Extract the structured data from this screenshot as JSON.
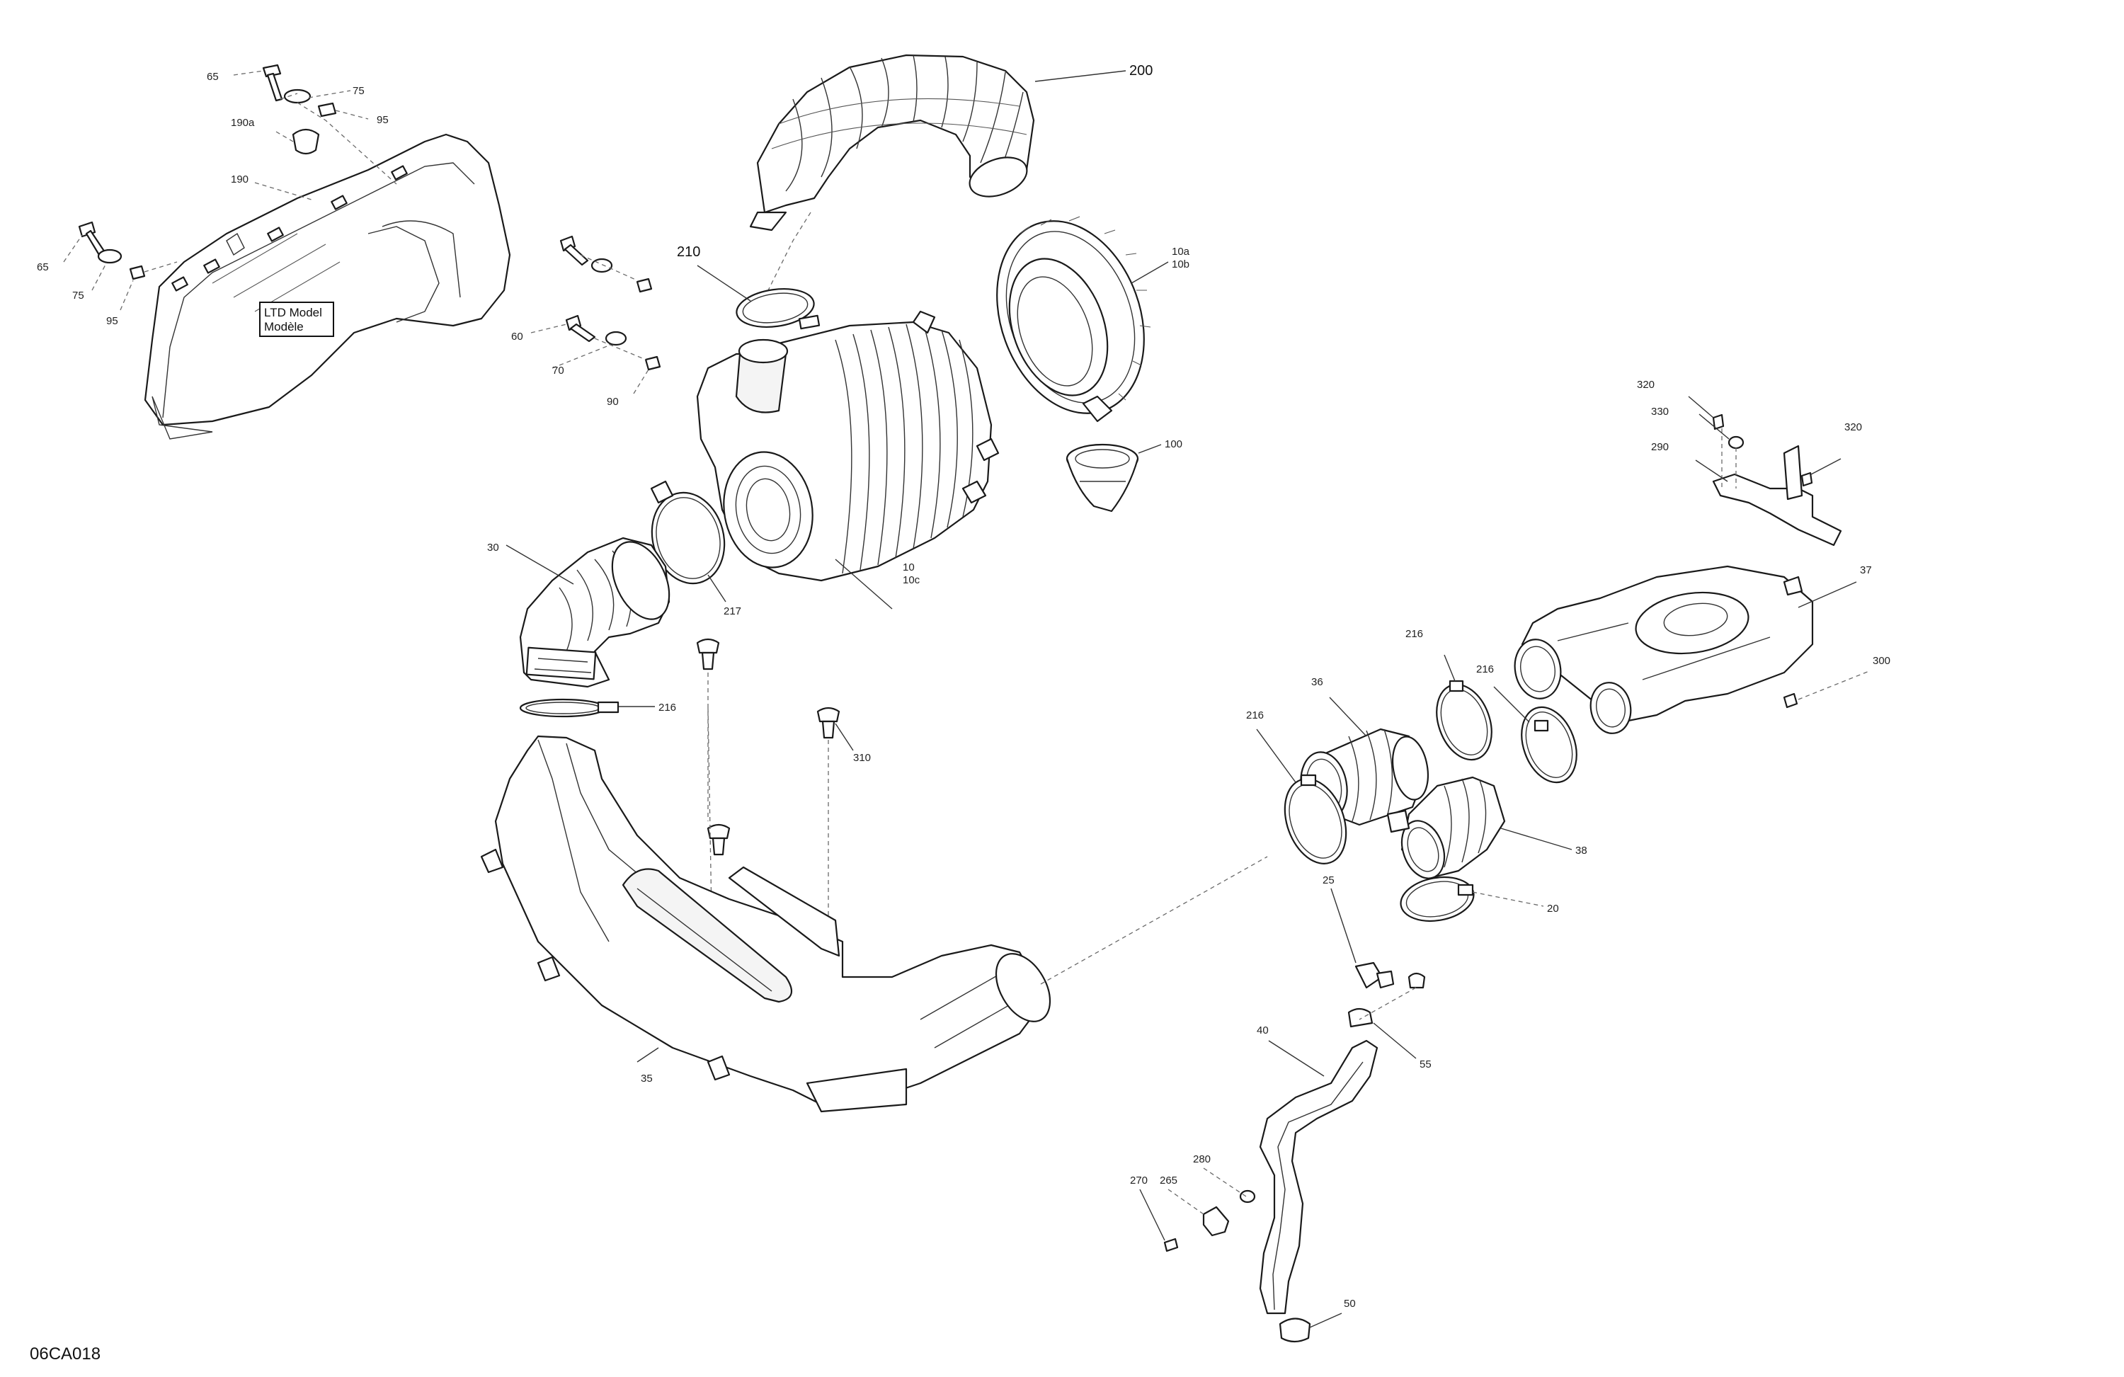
{
  "drawing": {
    "reference_code": "06CA018",
    "note_box": {
      "line1": "LTD Model",
      "line2": "Modèle"
    }
  },
  "callouts": {
    "c65a": "65",
    "c75a": "75",
    "c95a": "95",
    "c190a": "190a",
    "c190": "190",
    "c65b": "65",
    "c75b": "75",
    "c95b": "95",
    "c60": "60",
    "c70": "70",
    "c90": "90",
    "c210": "210",
    "c200": "200",
    "c10a": "10a",
    "c10b": "10b",
    "c100": "100",
    "c10": "10",
    "c10c": "10c",
    "c30": "30",
    "c217": "217",
    "c216a": "216",
    "c310": "310",
    "c35": "35",
    "c320a": "320",
    "c330": "330",
    "c320b": "320",
    "c290": "290",
    "c37": "37",
    "c300": "300",
    "c216b": "216",
    "c216c": "216",
    "c36": "36",
    "c216d": "216",
    "c38": "38",
    "c20": "20",
    "c25": "25",
    "c55": "55",
    "c40": "40",
    "c280": "280",
    "c265": "265",
    "c270": "270",
    "c50": "50"
  }
}
